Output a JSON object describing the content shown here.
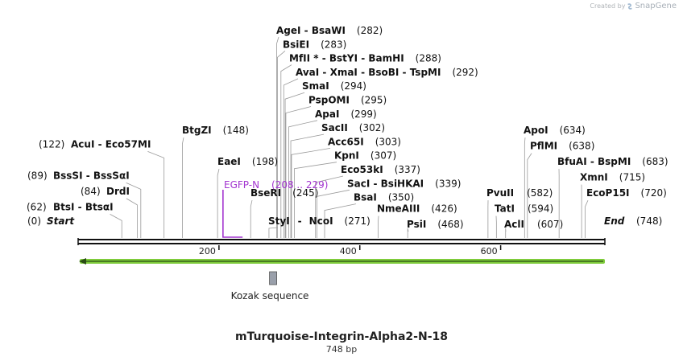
{
  "credit": {
    "prefix": "Created by",
    "brand": "SnapGene"
  },
  "title": "mTurquoise-Integrin-Alpha2-N-18",
  "subtitle": "748 bp",
  "scale": {
    "length": 748,
    "ticks": [
      200,
      400,
      600
    ]
  },
  "site_rows": [
    {
      "row": 0,
      "name": "AgeI  -  BsaWI",
      "pos": "(282)",
      "site": 282
    },
    {
      "row": 1,
      "name": "BsiEI",
      "pos": "(283)",
      "site": 283
    },
    {
      "row": 2,
      "name": "MfII *  -  BstYI  -  BamHI",
      "pos": "(288)",
      "site": 288
    },
    {
      "row": 3,
      "name": "AvaI  -  XmaI  -  BsoBI  -  TspMI",
      "pos": "(292)",
      "site": 292
    },
    {
      "row": 4,
      "name": "SmaI",
      "pos": "(294)",
      "site": 294
    },
    {
      "row": 5,
      "name": "PspOMI",
      "pos": "(295)",
      "site": 295
    },
    {
      "row": 6,
      "name": "ApaI",
      "pos": "(299)",
      "site": 299
    },
    {
      "row": 7,
      "name": "SacII",
      "pos": "(302)",
      "site": 302
    },
    {
      "row": 8,
      "name": "Acc65I",
      "pos": "(303)",
      "site": 303
    },
    {
      "row": 9,
      "name": "KpnI",
      "pos": "(307)",
      "site": 307
    },
    {
      "row": 10,
      "name": "Eco53kI",
      "pos": "(337)",
      "site": 337
    },
    {
      "row": 11,
      "name": "SacI  -  BsiHKAI",
      "pos": "(339)",
      "site": 339
    },
    {
      "row": 12,
      "name": "BsaI",
      "pos": "(350)",
      "site": 350
    }
  ],
  "left_sites": [
    {
      "row": 8,
      "name": "AcuI  -  Eco57MI",
      "pos": "(122)",
      "site": 122
    },
    {
      "row": 10,
      "name": "BssSI  -  BssSαI",
      "pos": "(89)",
      "site": 89
    },
    {
      "row": 11,
      "name": "DrdI",
      "pos": "(84)",
      "site": 84
    },
    {
      "row": 12,
      "name": "BtsI  -  BtsαI",
      "pos": "(62)",
      "site": 62
    }
  ],
  "mid_sites": [
    {
      "row": 7,
      "name": "BtgZI",
      "pos": "(148)",
      "site": 148
    },
    {
      "row": 9,
      "name": "EaeI",
      "pos": "(198)",
      "site": 198
    },
    {
      "row": 11,
      "name": "BseRI",
      "pos": "(245)",
      "site": 245
    },
    {
      "row": 12,
      "name": "NmeAIII",
      "pos": "(426)",
      "site": 426
    },
    {
      "row": 13,
      "name": "PsiI",
      "pos": "(468)",
      "site": 468
    }
  ],
  "bottom_pair": {
    "name1": "StyI",
    "sep": "-",
    "name2": "NcoI",
    "pos": "(271)",
    "site": 271
  },
  "right_sites": [
    {
      "row": 7,
      "name": "ApoI",
      "pos": "(634)",
      "site": 634
    },
    {
      "row": 8,
      "name": "PflMI",
      "pos": "(638)",
      "site": 638
    },
    {
      "row": 9,
      "name": "BfuAI  -  BspMI",
      "pos": "(683)",
      "site": 683
    },
    {
      "row": 10,
      "name": "XmnI",
      "pos": "(715)",
      "site": 715
    },
    {
      "row": 11,
      "name": "EcoP15I",
      "pos": "(720)",
      "site": 720
    },
    {
      "row": 11,
      "name": "PvuII",
      "pos": "(582)",
      "site": 582,
      "leftOf": true
    },
    {
      "row": 12,
      "name": "TatI",
      "pos": "(594)",
      "site": 594,
      "leftOf": true
    },
    {
      "row": 13,
      "name": "AclI",
      "pos": "(607)",
      "site": 607,
      "leftOf": true
    }
  ],
  "ends": {
    "start_label": "Start",
    "start_pos": "(0)",
    "end_label": "End",
    "end_pos": "(748)"
  },
  "primer": {
    "name": "EGFP-N",
    "range": "(208 .. 229)",
    "start": 208,
    "end": 229,
    "color": "#a335d0"
  },
  "feature": {
    "name": "Kozak sequence",
    "start": 274,
    "end": 285,
    "color": "#9aa0ab"
  },
  "orf": {
    "color": "#7ecb3a",
    "direction": "reverse"
  }
}
